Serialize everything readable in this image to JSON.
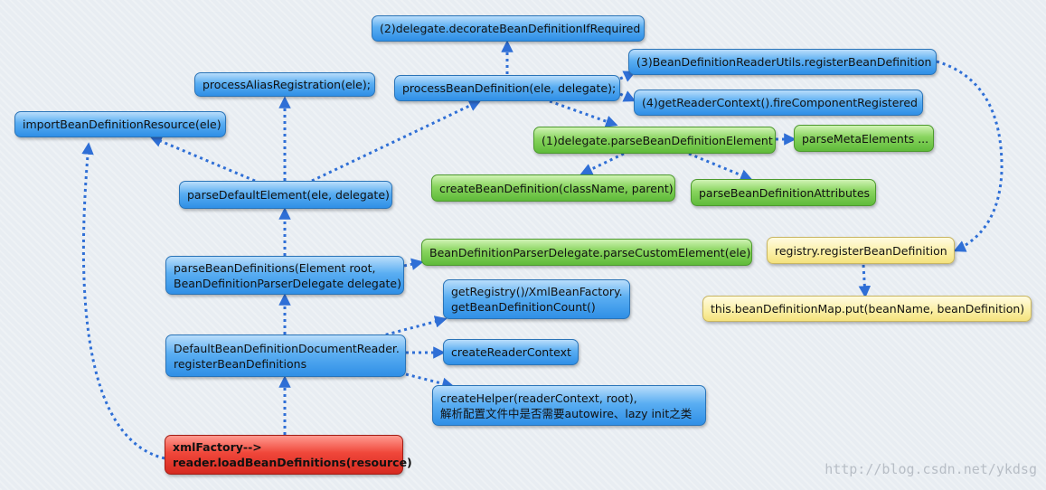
{
  "nodes": {
    "decorate": "(2)delegate.decorateBeanDefinitionIfRequired",
    "process_alias": "processAliasRegistration(ele);",
    "process_bean_def": "processBeanDefinition(ele, delegate);",
    "reader_utils_register": "(3)BeanDefinitionReaderUtils.registerBeanDefinition",
    "fire_component": "(4)getReaderContext().fireComponentRegistered",
    "import_resource": "importBeanDefinitionResource(ele)",
    "parse_bean_def_element": "(1)delegate.parseBeanDefinitionElement",
    "parse_meta": "parseMetaElements ...",
    "create_bean_def": "createBeanDefinition(className, parent)",
    "parse_attributes": "parseBeanDefinitionAttributes",
    "parse_default": "parseDefaultElement(ele, delegate)",
    "registry_register": "registry.registerBeanDefinition",
    "parse_custom": "BeanDefinitionParserDelegate.parseCustomElement(ele)",
    "parse_bean_defs": "parseBeanDefinitions(Element root,\nBeanDefinitionParserDelegate delegate)",
    "get_registry": "getRegistry()/XmlBeanFactory.\ngetBeanDefinitionCount()",
    "map_put": "this.beanDefinitionMap.put(beanName, beanDefinition)",
    "doc_reader_register": "DefaultBeanDefinitionDocumentReader.\nregisterBeanDefinitions",
    "create_reader_context": "createReaderContext",
    "create_helper": "createHelper(readerContext, root),\n解析配置文件中是否需要autowire、lazy init之类",
    "load_bean_defs": "xmlFactory-->\nreader.loadBeanDefinitions(resource)"
  },
  "watermark": "http://blog.csdn.net/ykdsg",
  "colors": {
    "blue": "#3d9bec",
    "green": "#6cc646",
    "yellow": "#f8ea96",
    "red": "#e53a2e",
    "arrow": "#2f6fd6"
  }
}
